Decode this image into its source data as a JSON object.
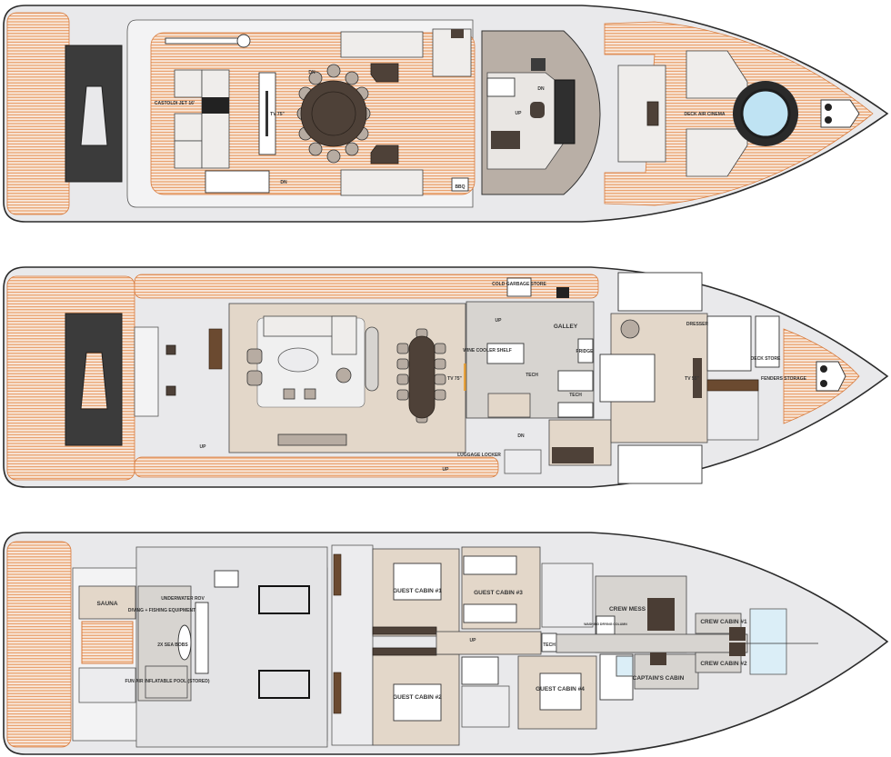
{
  "colors": {
    "teak": "#e8955a",
    "hull": "#e9e9eb",
    "interior_beige": "#e3d7c9",
    "service_gray": "#d7d4d0",
    "dark_furniture": "#4e4138",
    "pool_water": "#bfe3f3"
  },
  "decks": {
    "upper": {
      "labels": [
        "CASTOLDI JET 16'",
        "DN",
        "TV 75\"",
        "DN",
        "DN",
        "UP",
        "DECK AIR CINEMA",
        "BBQ"
      ]
    },
    "main": {
      "labels": [
        "COLD GARBAGE STORE",
        "GALLEY",
        "UP",
        "WINE COOLER SHELF",
        "TECH",
        "TECH",
        "FRIDGE",
        "TV 75\"",
        "DN",
        "LUGGAGE LOCKER",
        "DRESSER",
        "TV 55\"",
        "DECK STORE",
        "FENDERS STORAGE",
        "UP",
        "UP"
      ]
    },
    "lower": {
      "labels": [
        "SAUNA",
        "DIVING + FISHING EQUIPMENT",
        "UNDERWATER ROV",
        "2X SEA BOBS",
        "FUN AIR INFLATABLE POOL (STORED)",
        "GUEST CABIN #1",
        "GUEST CABIN #2",
        "GUEST CABIN #3",
        "GUEST CABIN #4",
        "UP",
        "TECH",
        "CREW MESS",
        "WASHING DRYING COLUMN",
        "CAPTAIN'S CABIN",
        "CREW CABIN #1",
        "CREW CABIN #2"
      ]
    }
  }
}
